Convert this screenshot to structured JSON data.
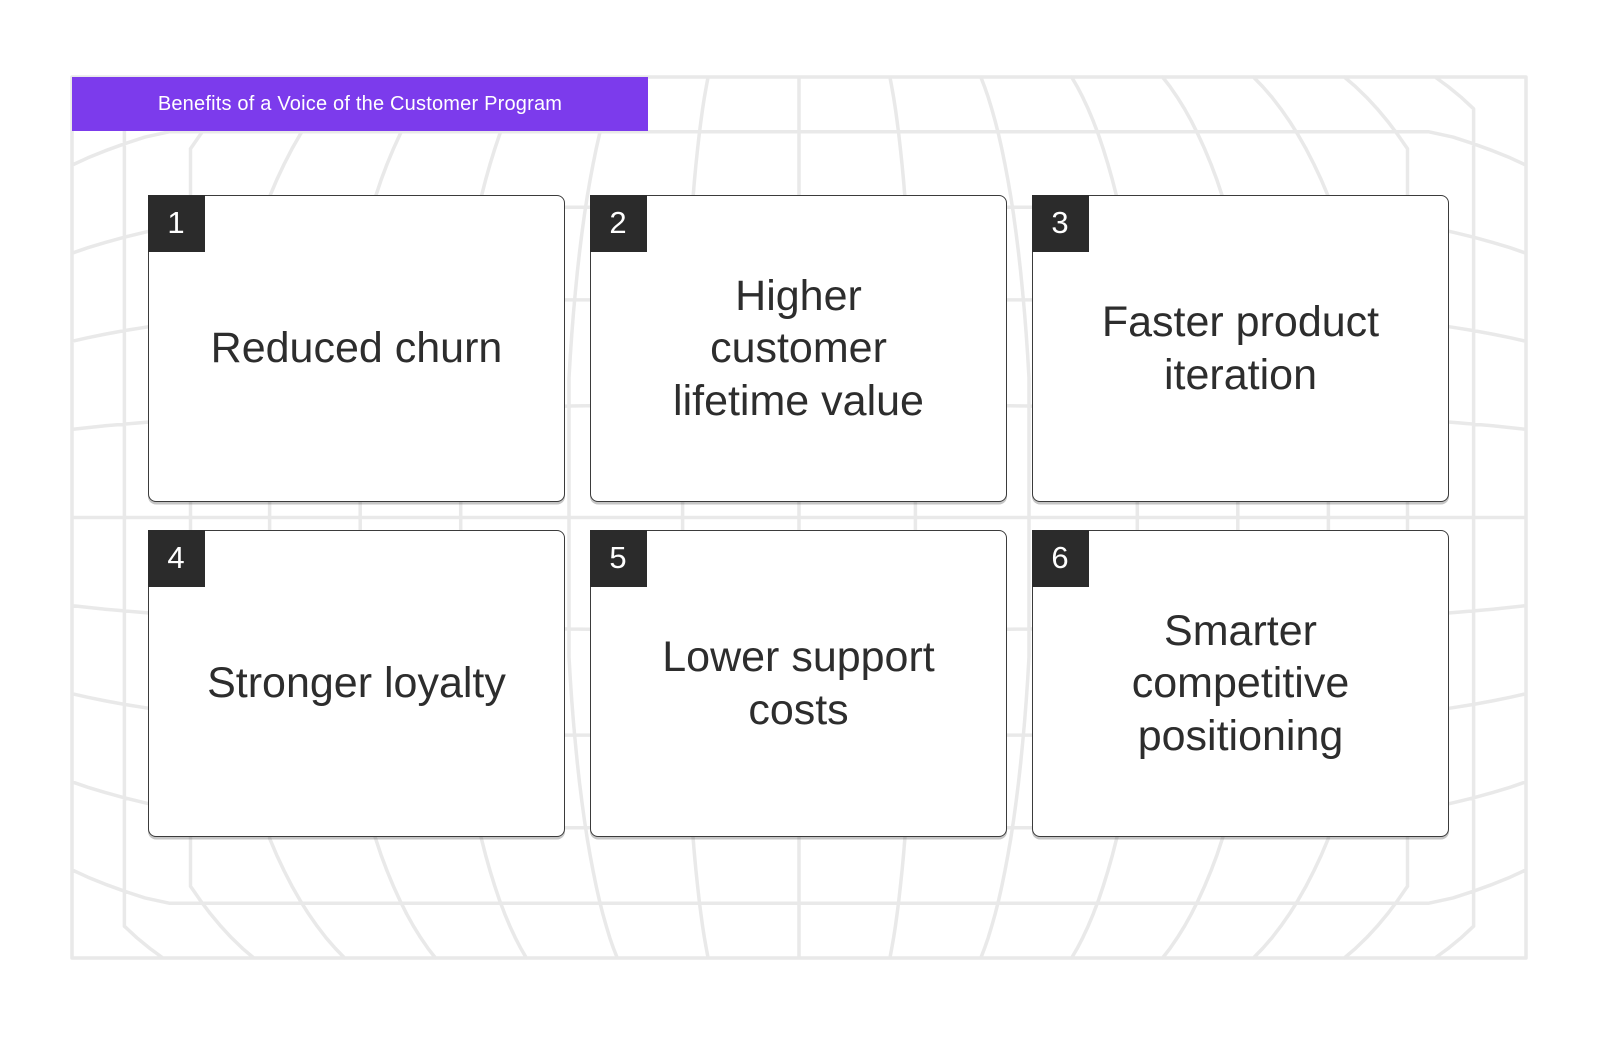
{
  "banner": {
    "title": "Benefits of a Voice of the Customer Program"
  },
  "cards": [
    {
      "number": "1",
      "label": "Reduced churn",
      "lines": [
        "Reduced churn"
      ]
    },
    {
      "number": "2",
      "label": "Higher customer lifetime value",
      "lines": [
        "Higher",
        "customer",
        "lifetime value"
      ]
    },
    {
      "number": "3",
      "label": "Faster product iteration",
      "lines": [
        "Faster product",
        "iteration"
      ]
    },
    {
      "number": "4",
      "label": "Stronger loyalty",
      "lines": [
        "Stronger loyalty"
      ]
    },
    {
      "number": "5",
      "label": "Lower support costs",
      "lines": [
        "Lower support",
        "costs"
      ]
    },
    {
      "number": "6",
      "label": "Smarter competitive positioning",
      "lines": [
        "Smarter",
        "competitive",
        "positioning"
      ]
    }
  ],
  "colors": {
    "accent_purple": "#7C3BEC",
    "banner_text": "#FFFFFF",
    "badge_dark": "#2B2B2B",
    "badge_text": "#FFFFFF",
    "card_border": "#3B3B3B",
    "card_background": "#FFFFFF",
    "text_dark": "#2D2D2D",
    "grid_line": "#E9E9E9",
    "page_background": "#FFFFFF"
  }
}
